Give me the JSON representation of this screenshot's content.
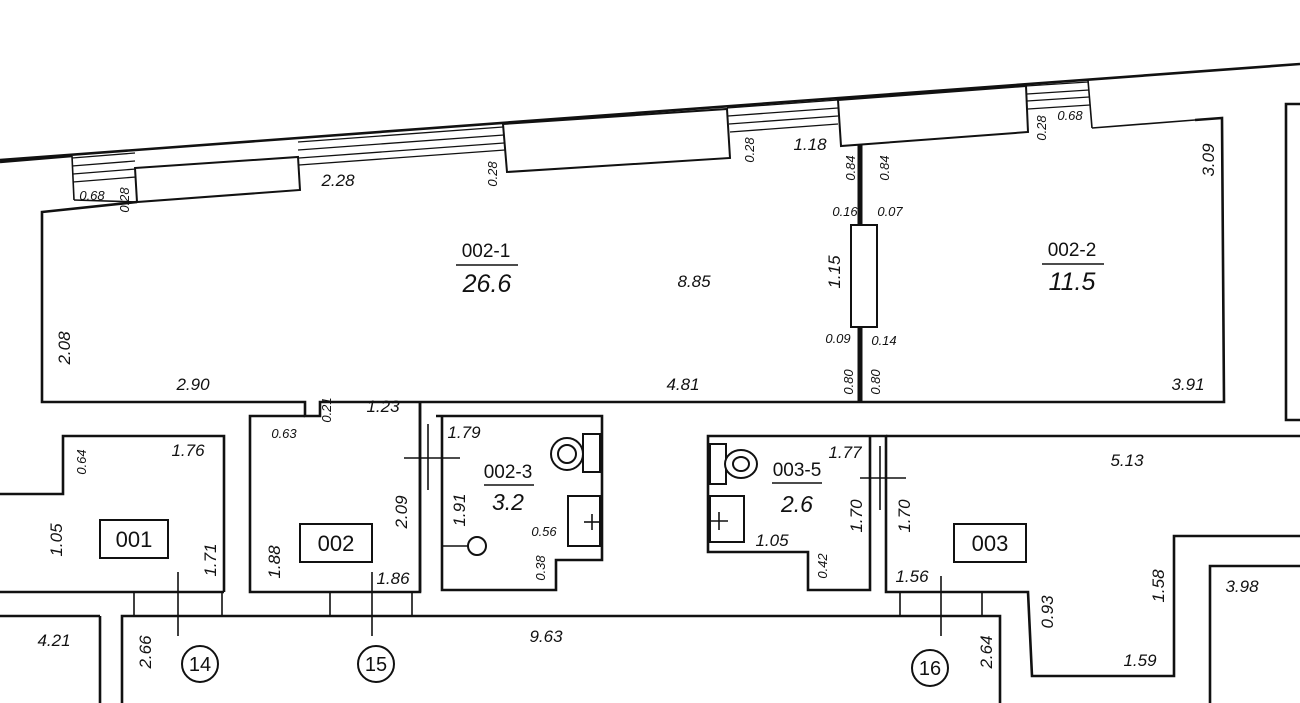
{
  "rooms": {
    "r002_1": {
      "id": "002-1",
      "area": "26.6"
    },
    "r002_2": {
      "id": "002-2",
      "area": "11.5"
    },
    "r002_3": {
      "id": "002-3",
      "area": "3.2"
    },
    "r003_5": {
      "id": "003-5",
      "area": "2.6"
    }
  },
  "labels": {
    "l001": "001",
    "l002": "002",
    "l003": "003"
  },
  "axes": [
    "14",
    "15",
    "16"
  ],
  "dims": {
    "d068a": "0.68",
    "d028a": "0.28",
    "d228": "2.28",
    "d028b": "0.28",
    "d028c": "0.28",
    "d118": "1.18",
    "d084a": "0.84",
    "d084b": "0.84",
    "d028d": "0.28",
    "d068b": "0.68",
    "d309": "3.09",
    "d016": "0.16",
    "d007": "0.07",
    "d885": "8.85",
    "d115": "1.15",
    "d009": "0.09",
    "d014": "0.14",
    "d208": "2.08",
    "d290": "2.90",
    "d021": "0.21",
    "d123": "1.23",
    "d481": "4.81",
    "d080a": "0.80",
    "d080b": "0.80",
    "d391": "3.91",
    "d063": "0.63",
    "d179": "1.79",
    "d177": "1.77",
    "d513": "5.13",
    "d064": "0.64",
    "d176": "1.76",
    "d105a": "1.05",
    "d171": "1.71",
    "d188": "1.88",
    "d186": "1.86",
    "d209": "2.09",
    "d191": "1.91",
    "d056": "0.56",
    "d038": "0.38",
    "d105b": "1.05",
    "d042": "0.42",
    "d170a": "1.70",
    "d170b": "1.70",
    "d156": "1.56",
    "d093": "0.93",
    "d158": "1.58",
    "d398": "3.98",
    "d159": "1.59",
    "d421": "4.21",
    "d266": "2.66",
    "d963": "9.63",
    "d264": "2.64"
  }
}
